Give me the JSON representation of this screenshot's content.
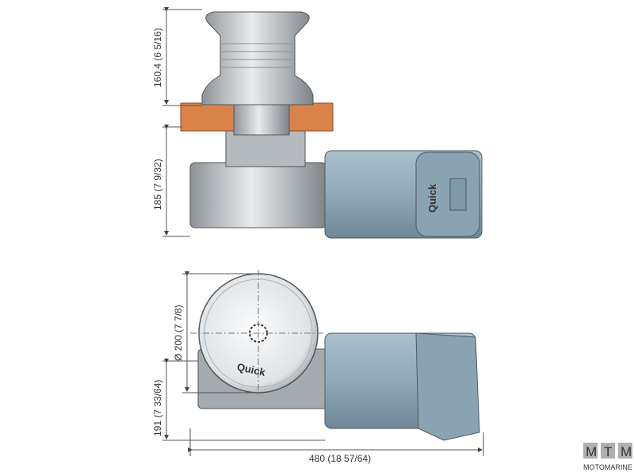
{
  "dimensions": {
    "capstan_height": "160.4 (6 5/16)",
    "base_height": "185 (7 9/32)",
    "drum_diameter": "Ø 200 (7 7/8)",
    "side_height": "191 (7 33/64)",
    "overall_length": "480 (18 57/64)"
  },
  "brand": {
    "label": "Quick"
  },
  "logo": {
    "letters": "MTM",
    "name": "MOTOMARINE"
  },
  "colors": {
    "motor": "#8fa9b8",
    "deck": "#d9834a",
    "metal": "#b9bec3",
    "dim_line": "#555555"
  }
}
